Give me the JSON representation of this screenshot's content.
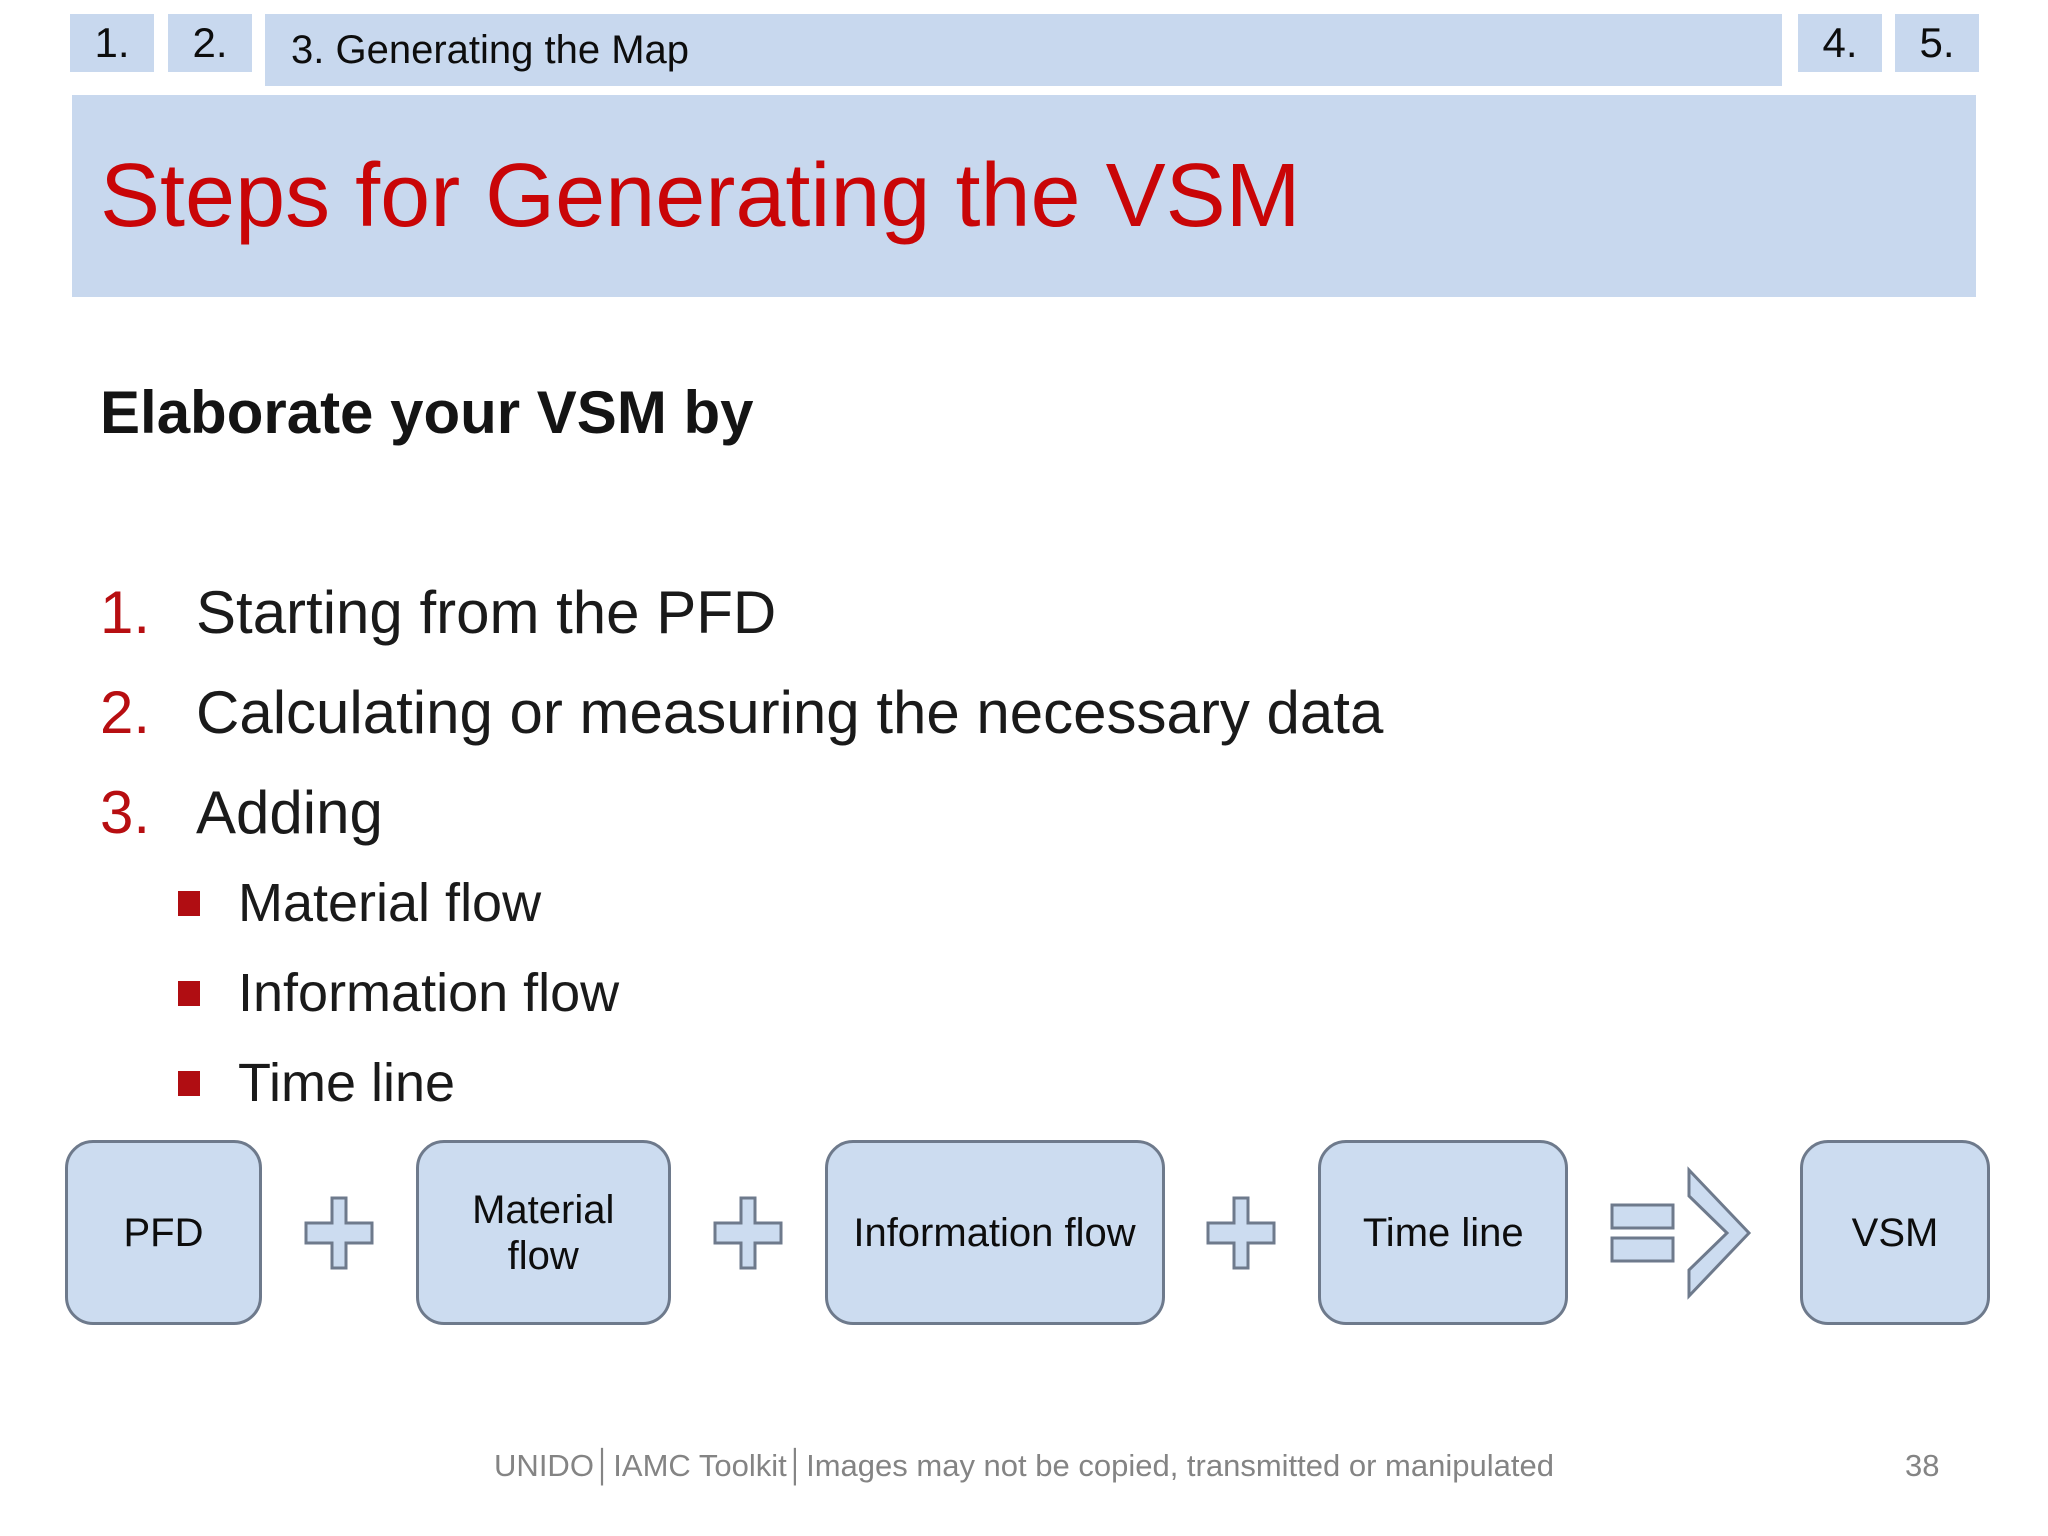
{
  "nav": {
    "tabs": [
      {
        "label": "1."
      },
      {
        "label": "2."
      },
      {
        "label": "3. Generating the Map"
      },
      {
        "label": "4."
      },
      {
        "label": "5."
      }
    ]
  },
  "header": {
    "title": "Steps for Generating the VSM"
  },
  "content": {
    "intro": "Elaborate your VSM by",
    "steps": [
      {
        "num": "1.",
        "text": "Starting from the PFD"
      },
      {
        "num": "2.",
        "text": "Calculating or measuring the necessary data"
      },
      {
        "num": "3.",
        "text": "Adding"
      }
    ],
    "sub_bullets": [
      {
        "text": "Material flow"
      },
      {
        "text": "Information flow"
      },
      {
        "text": "Time line"
      }
    ]
  },
  "diagram": {
    "boxes": [
      {
        "label": "PFD"
      },
      {
        "label": "Material flow"
      },
      {
        "label": "Information flow"
      },
      {
        "label": "Time line"
      },
      {
        "label": "VSM"
      }
    ],
    "operator_icons": {
      "between_boxes": "plus-icon",
      "result": "double-arrow-icon"
    }
  },
  "footer": {
    "credit": "UNIDO│IAMC Toolkit│Images may not be copied, transmitted or manipulated",
    "page_number": "38"
  },
  "colors": {
    "title_red": "#c90507",
    "list_number_red": "#b70e11",
    "bullet_red": "#b00d12",
    "panel_blue": "#c8d8ee",
    "box_fill": "#ccdcf0",
    "box_border": "#6e7a8c",
    "footer_gray": "#848484"
  }
}
